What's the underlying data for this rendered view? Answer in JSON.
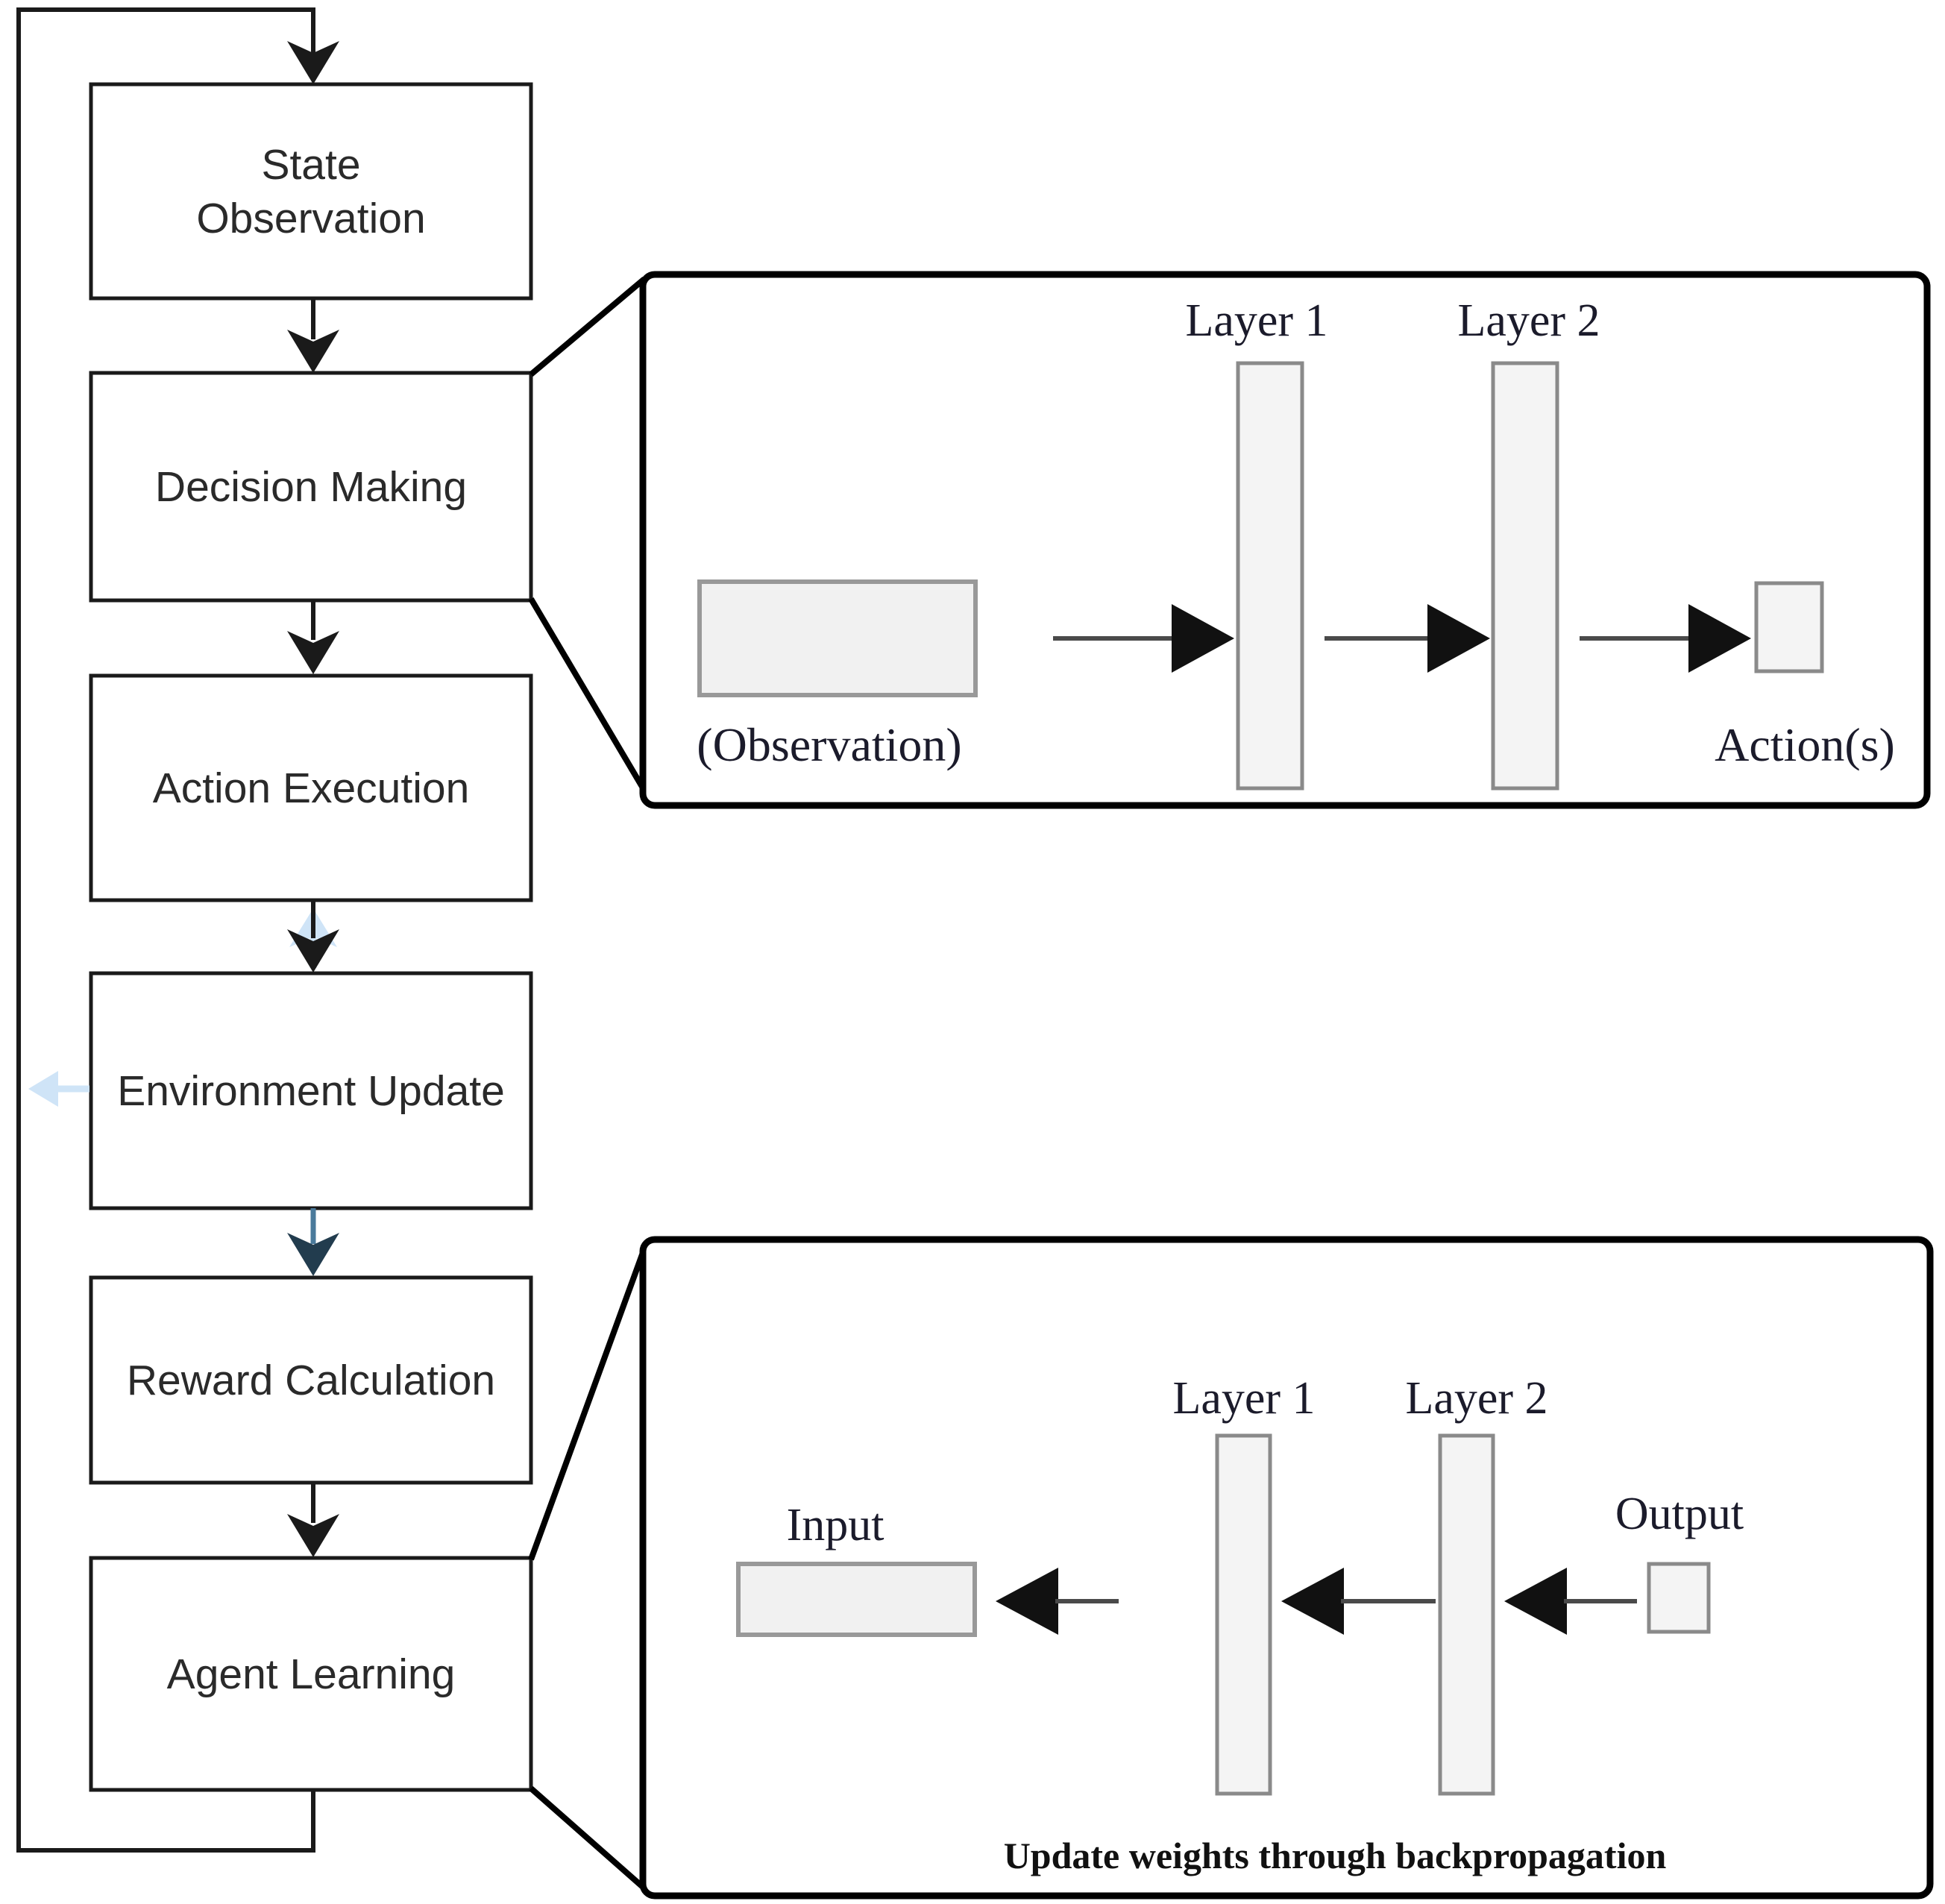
{
  "flowchart": {
    "boxes": {
      "state_observation_line1": "State",
      "state_observation_line2": "Observation",
      "decision_making": "Decision Making",
      "action_execution": "Action Execution",
      "environment_update": "Environment Update",
      "reward_calculation": "Reward Calculation",
      "agent_learning": "Agent Learning"
    }
  },
  "policy_panel": {
    "layer1_label": "Layer 1",
    "layer2_label": "Layer 2",
    "input_label": "(Observation)",
    "output_label": "Action(s)"
  },
  "backprop_panel": {
    "layer1_label": "Layer 1",
    "layer2_label": "Layer 2",
    "input_label": "Input",
    "output_label": "Output",
    "caption": "Update weights through backpropagation"
  },
  "colors": {
    "outline": "#1a1a1a",
    "panel_border": "#000000",
    "box_fill": "#ffffff",
    "bar_fill": "#f4f4f4",
    "bar_border": "#8a8a8a",
    "slab_fill": "#f1f1f1",
    "arrow_shaft": "#4a4a4a",
    "arrow_head": "#111111",
    "artifact_blue": "#cfe4f7",
    "steel_blue": "#4a7a9b",
    "serif_text": "#1b1b2b",
    "sans_text": "#2a2a2a"
  }
}
